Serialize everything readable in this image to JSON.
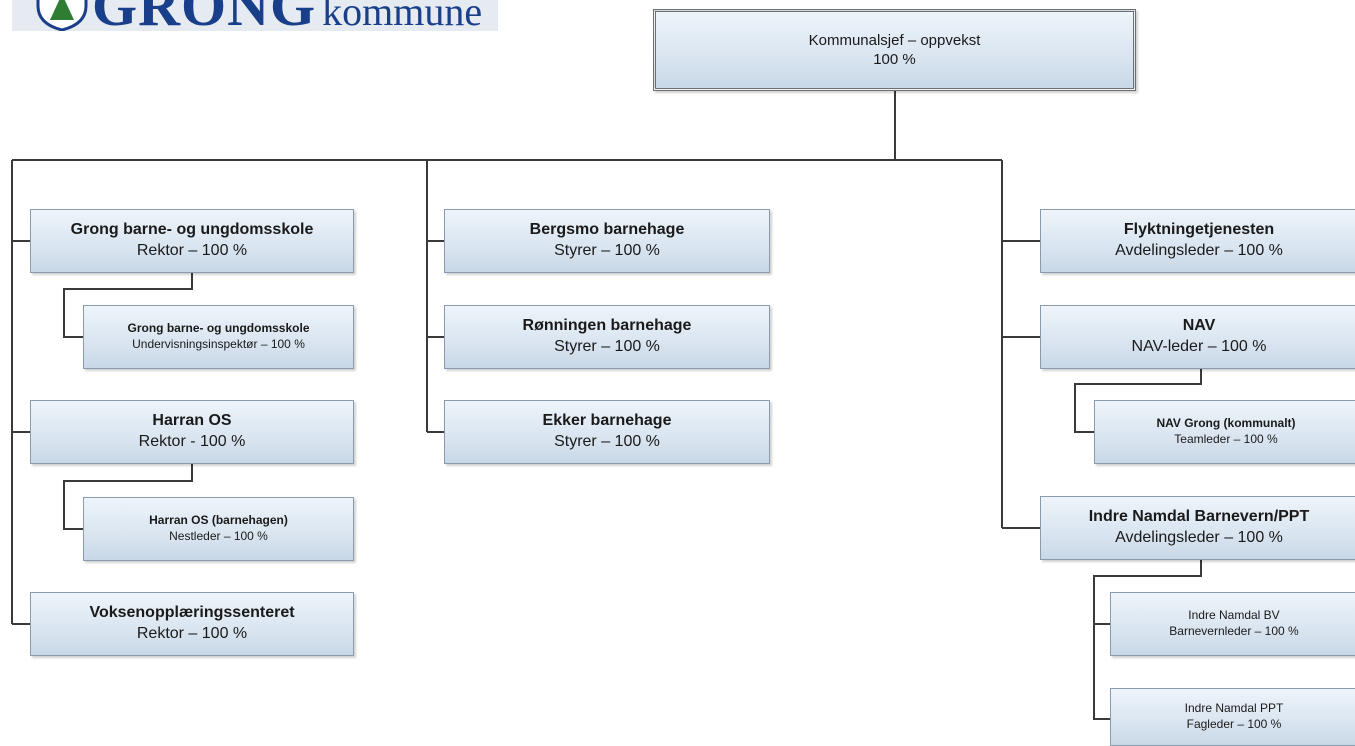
{
  "logo": {
    "name": "GRONG",
    "suffix": "kommune"
  },
  "top": {
    "name": "Kommunalsjef – oppvekst",
    "role": "100 %"
  },
  "left": {
    "gbu": {
      "name": "Grong barne- og ungdomsskole",
      "role": "Rektor – 100 %"
    },
    "gbu_sub": {
      "name": "Grong barne- og ungdomsskole",
      "role": "Undervisningsinspektør – 100 %"
    },
    "harran": {
      "name": "Harran OS",
      "role": "Rektor - 100 %"
    },
    "harran_sub": {
      "name": "Harran OS (barnehagen)",
      "role": "Nestleder – 100 %"
    },
    "voksen": {
      "name": "Voksenopplæringssenteret",
      "role": "Rektor – 100 %"
    }
  },
  "middle": {
    "bergsmo": {
      "name": "Bergsmo barnehage",
      "role": "Styrer – 100 %"
    },
    "ronningen": {
      "name": "Rønningen barnehage",
      "role": "Styrer – 100 %"
    },
    "ekker": {
      "name": "Ekker barnehage",
      "role": "Styrer – 100 %"
    }
  },
  "right": {
    "flykt": {
      "name": "Flyktningetjenesten",
      "role": "Avdelingsleder – 100 %"
    },
    "nav": {
      "name": "NAV",
      "role": "NAV-leder – 100 %"
    },
    "nav_sub": {
      "name": "NAV Grong (kommunalt)",
      "role": "Teamleder – 100 %"
    },
    "indre": {
      "name": "Indre Namdal Barnevern/PPT",
      "role": "Avdelingsleder – 100 %"
    },
    "indre_bv": {
      "name": "Indre Namdal BV",
      "role": "Barnevernleder – 100 %"
    },
    "indre_ppt": {
      "name": "Indre Namdal PPT",
      "role": "Fagleder – 100 %"
    }
  }
}
